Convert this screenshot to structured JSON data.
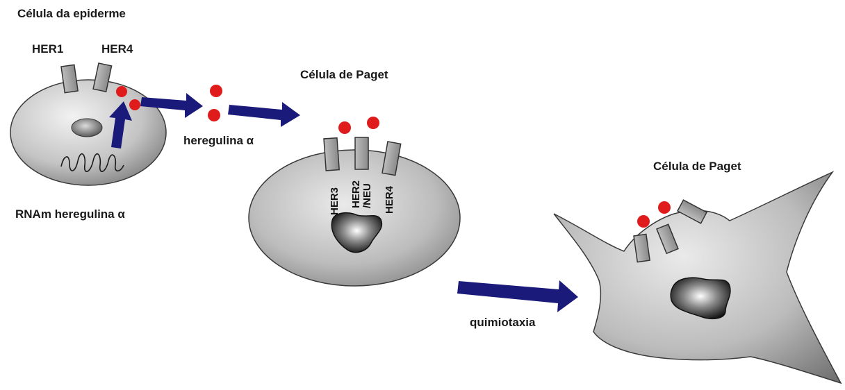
{
  "labels": {
    "epidermis_cell": "Célula da epiderme",
    "her1": "HER1",
    "her4_top": "HER4",
    "mrna": "RNAm heregulina α",
    "heregulin": "heregulina α",
    "paget_cell_1": "Célula de Paget",
    "her3": "HER3",
    "her2_line1": "HER2",
    "her2_line2": "/NEU",
    "her4_paget": "HER4",
    "chemotaxis": "quimiotaxia",
    "paget_cell_2": "Célula de Paget"
  },
  "colors": {
    "ligand": "#e01b1b",
    "arrow": "#1a1a7a",
    "receptor": "#9a9a9a",
    "cell_light": "#e6e6e6",
    "cell_dark": "#8c8c8c"
  },
  "icons": {
    "ligand": "red-circle",
    "arrow": "block-arrow",
    "receptor": "rectangle",
    "nucleus": "dark-blob",
    "mrna": "coil"
  }
}
